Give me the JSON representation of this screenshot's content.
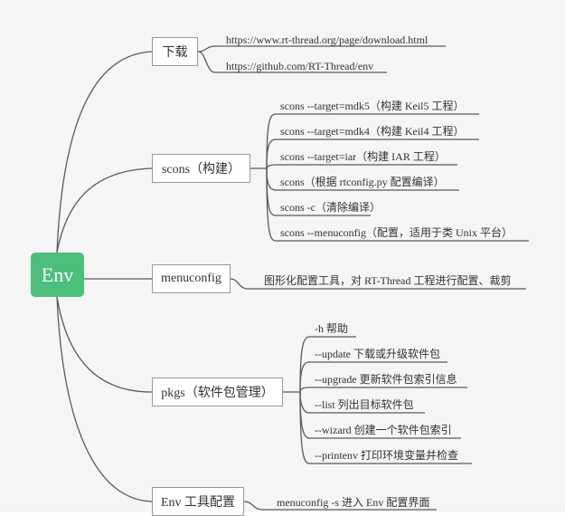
{
  "root": "Env",
  "branches": {
    "download": {
      "label": "下载",
      "items": [
        "https://www.rt-thread.org/page/download.html",
        "https://github.com/RT-Thread/env"
      ]
    },
    "scons": {
      "label": "scons（构建）",
      "items": [
        "scons --target=mdk5（构建 Keil5 工程）",
        "scons --target=mdk4（构建 Keil4 工程）",
        "scons --target=iar（构建 IAR 工程）",
        "scons（根据 rtconfig.py 配置编译）",
        "scons -c（清除编译）",
        "scons --menuconfig（配置，适用于类 Unix 平台）"
      ]
    },
    "menuconfig": {
      "label": "menuconfig",
      "items": [
        "图形化配置工具，对 RT-Thread 工程进行配置、裁剪"
      ]
    },
    "pkgs": {
      "label": "pkgs（软件包管理）",
      "items": [
        "-h 帮助",
        "--update 下载或升级软件包",
        "--upgrade 更新软件包索引信息",
        "--list 列出目标软件包",
        "--wizard 创建一个软件包索引",
        "--printenv 打印环境变量并检查"
      ]
    },
    "envconfig": {
      "label": "Env 工具配置",
      "items": [
        "menuconfig -s 进入 Env 配置界面"
      ]
    }
  },
  "colors": {
    "root": "#4cbf7c",
    "line": "#5a5a5a",
    "background": "#f5f5f5"
  }
}
